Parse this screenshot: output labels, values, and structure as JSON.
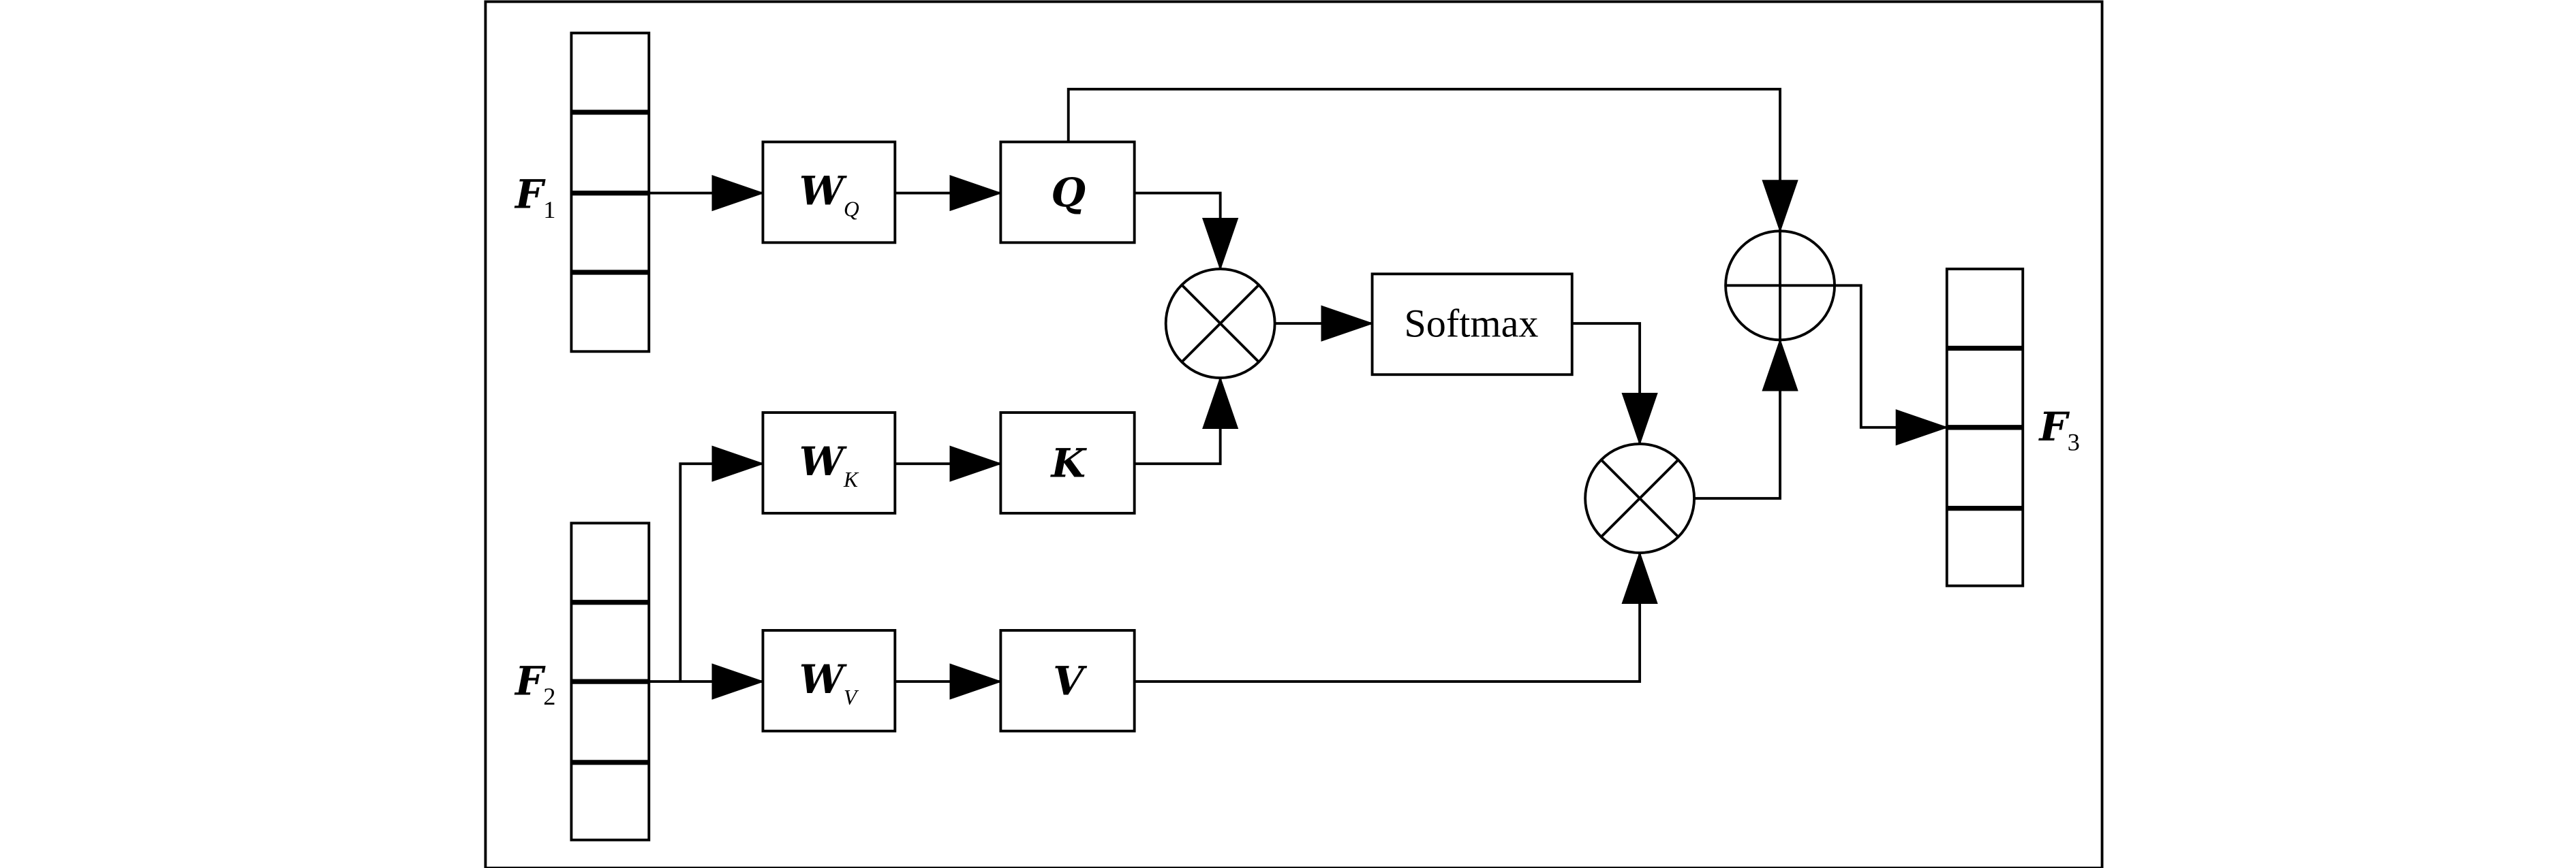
{
  "diagram": {
    "inputs": [
      {
        "label": "F",
        "subscript": "1"
      },
      {
        "label": "F",
        "subscript": "2"
      }
    ],
    "output": {
      "label": "F",
      "subscript": "3"
    },
    "weights": [
      {
        "label": "W",
        "subscript": "Q"
      },
      {
        "label": "W",
        "subscript": "K"
      },
      {
        "label": "W",
        "subscript": "V"
      }
    ],
    "projections": [
      "Q",
      "K",
      "V"
    ],
    "softmax": "Softmax",
    "operators": {
      "multiply": "multiply-circle-icon",
      "add": "add-circle-icon"
    },
    "colors": {
      "stroke": "#000000",
      "background": "#ffffff"
    }
  }
}
